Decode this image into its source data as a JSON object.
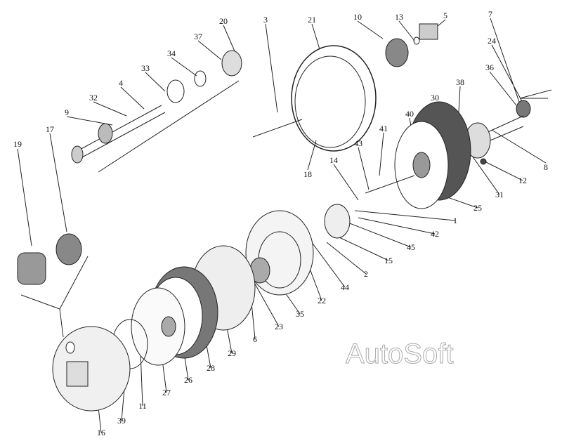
{
  "title": "Exploded parts diagram",
  "watermark": "AutoSoft",
  "part_labels": [
    "20",
    "37",
    "34",
    "33",
    "4",
    "32",
    "9",
    "3",
    "21",
    "10",
    "13",
    "5",
    "7",
    "24",
    "36",
    "30",
    "38",
    "40",
    "41",
    "43",
    "14",
    "8",
    "12",
    "31",
    "25",
    "1",
    "42",
    "45",
    "15",
    "2",
    "44",
    "22",
    "35",
    "23",
    "6",
    "29",
    "28",
    "26",
    "27",
    "11",
    "39",
    "16",
    "19",
    "17",
    "18"
  ]
}
